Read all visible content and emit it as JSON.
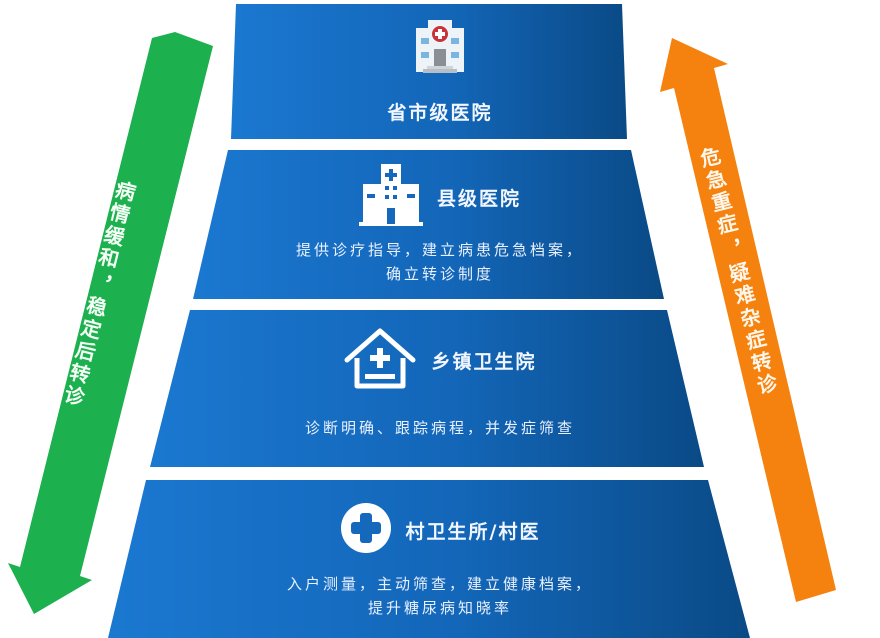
{
  "colors": {
    "tier_light": "#1a72c8",
    "tier_dark": "#0a4a86",
    "green_arrow": "#1db04f",
    "orange_arrow": "#f5820f",
    "background": "#ffffff"
  },
  "tiers": [
    {
      "title": "省市级医院",
      "icon": "hospital-building-icon",
      "description": []
    },
    {
      "title": "县级医院",
      "icon": "county-hospital-icon",
      "description": [
        "提供诊疗指导，建立病患危急档案，",
        "确立转诊制度"
      ]
    },
    {
      "title": "乡镇卫生院",
      "icon": "health-center-house-icon",
      "description": [
        "诊断明确、跟踪病程，并发症筛查"
      ]
    },
    {
      "title": "村卫生所/村医",
      "icon": "medical-cross-circle-icon",
      "description": [
        "入户测量，主动筛查，建立健康档案，",
        "提升糖尿病知晓率"
      ]
    }
  ],
  "arrows": {
    "down": {
      "label_part1": "病情缓和",
      "label_part2": "，稳定后转诊",
      "direction": "down"
    },
    "up": {
      "label_part1": "危急重症",
      "label_part2": "，疑难杂症转诊",
      "direction": "up"
    }
  }
}
